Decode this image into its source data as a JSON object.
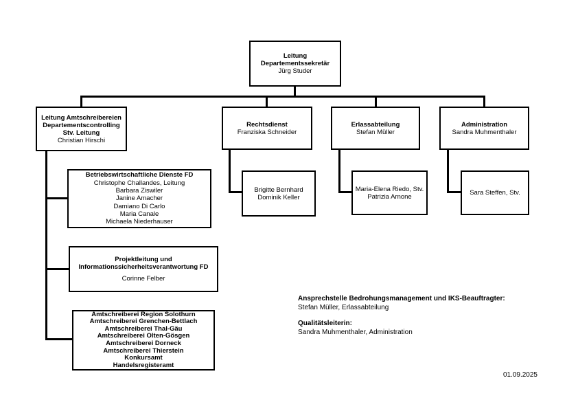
{
  "meta": {
    "date": "01.09.2025"
  },
  "chart": {
    "root": {
      "title1": "Leitung",
      "title2": "Departementssekretär",
      "name": "Jürg Studer"
    },
    "left": {
      "title1": "Leitung Amtschreibereien",
      "title2": "Departementscontrolling",
      "title3": "Stv. Leitung",
      "name": "Christian Hirschi"
    },
    "rechtsdienst": {
      "title": "Rechtsdienst",
      "name": "Franziska Schneider"
    },
    "erlass": {
      "title": "Erlassabteilung",
      "name": "Stefan Müller"
    },
    "admin": {
      "title": "Administration",
      "name": "Sandra Muhmenthaler"
    },
    "betriebs": {
      "title": "Betriebswirtschaftliche Dienste FD",
      "members": [
        "Christophe Challandes, Leitung",
        "Barbara Ziswiler",
        "Janine Amacher",
        "Damiano Di Carlo",
        "Maria Canale",
        "Michaela Niederhauser"
      ]
    },
    "projekt": {
      "title1": "Projektleitung und",
      "title2": "Informationssicherheitsverantwortung FD",
      "name": "Corinne Felber"
    },
    "amts": {
      "units": [
        "Amtschreiberei Region Solothurn",
        "Amtschreiberei Grenchen-Bettlach",
        "Amtschreiberei Thal-Gäu",
        "Amtschreiberei Olten-Gösgen",
        "Amtschreiberei Dorneck",
        "Amtschreiberei Thierstein",
        "Konkursamt",
        "Handelsregisteramt"
      ]
    },
    "rechtsdienst_staff": {
      "members": [
        "Brigitte Bernhard",
        "Dominik Keller"
      ]
    },
    "erlass_staff": {
      "members": [
        "Maria-Elena Riedo, Stv.",
        "Patrizia Arnone"
      ]
    },
    "admin_staff": {
      "members": [
        "Sara Steffen, Stv."
      ]
    }
  },
  "notes": {
    "n1_label": "Ansprechstelle Bedrohungsmanagement und IKS-Beauftragter:",
    "n1_value": "Stefan Müller, Erlassabteilung",
    "n2_label": "Qualitätsleiterin:",
    "n2_value": "Sandra Muhmenthaler, Administration"
  }
}
